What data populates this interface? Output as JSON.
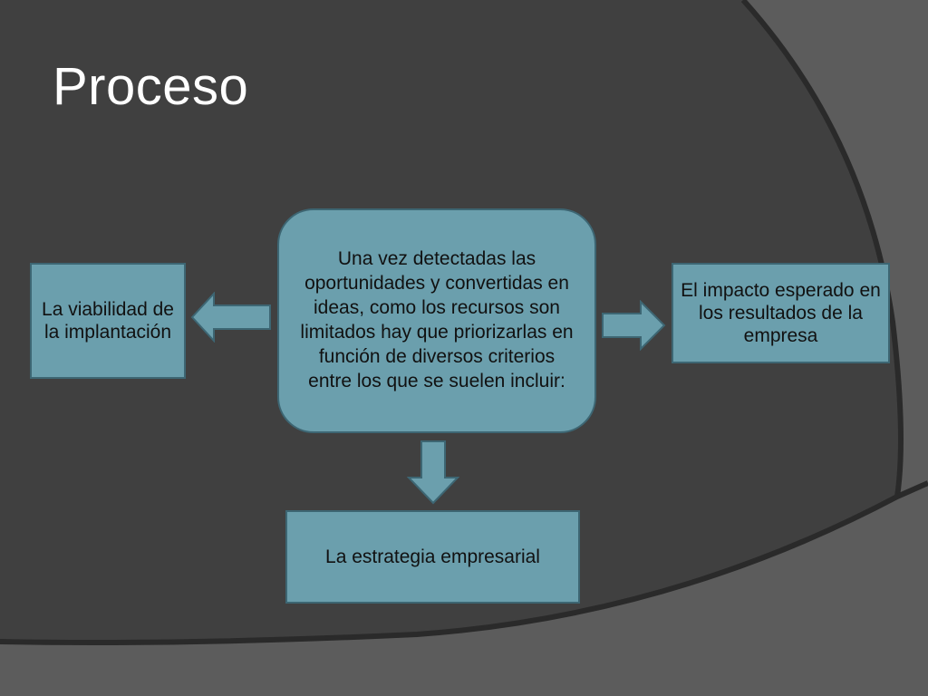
{
  "slide": {
    "title": "Proceso"
  },
  "diagram": {
    "center_text": "Una vez detectadas las oportunidades y convertidas en ideas, como los recursos son limitados hay que priorizarlas en función de diversos criterios entre los que se suelen incluir:",
    "left_text": "La viabilidad de la implantación",
    "right_text": "El impacto esperado en los resultados de la empresa",
    "bottom_text": "La estrategia empresarial"
  },
  "colors": {
    "background_dark": "#3f3f3f",
    "background_light": "#5c5c5c",
    "box_fill": "#6b9fad",
    "box_border": "#3d6673",
    "title": "#ffffff"
  }
}
